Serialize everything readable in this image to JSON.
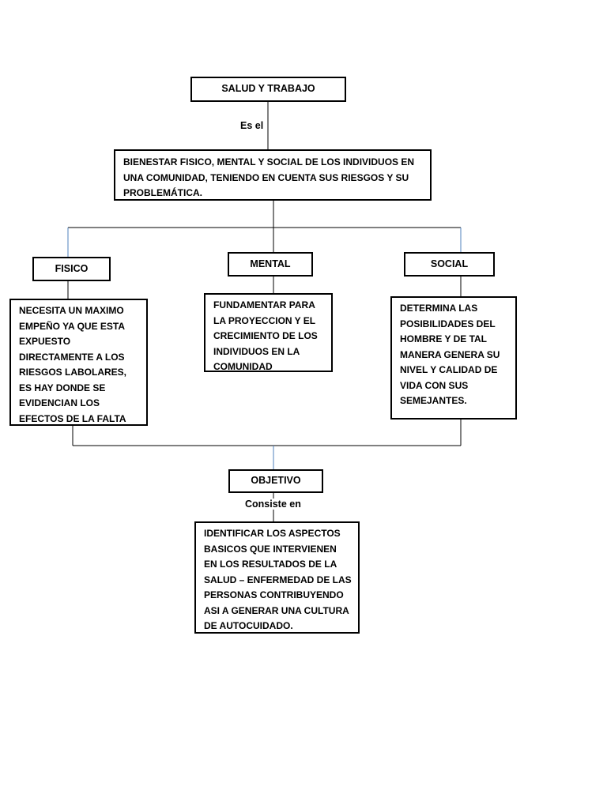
{
  "diagram": {
    "root": "SALUD Y TRABAJO",
    "link_root": "Es el",
    "definition": "BIENESTAR FISICO, MENTAL Y  SOCIAL DE LOS INDIVIDUOS EN UNA COMUNIDAD, TENIENDO EN CUENTA SUS RIESGOS Y SU PROBLEMÁTICA.",
    "branches": {
      "fisico": {
        "title": "FISICO",
        "text": "NECESITA UN MAXIMO EMPEÑO YA QUE ESTA EXPUESTO DIRECTAMENTE A LOS RIESGOS LABOLARES, ES HAY DONDE SE EVIDENCIAN LOS EFECTOS DE LA FALTA DE"
      },
      "mental": {
        "title": "MENTAL",
        "text": "FUNDAMENTAR PARA LA PROYECCION Y EL CRECIMIENTO DE LOS INDIVIDUOS EN LA COMUNIDAD"
      },
      "social": {
        "title": "SOCIAL",
        "text": "DETERMINA LAS POSIBILIDADES DEL HOMBRE Y DE TAL MANERA GENERA SU NIVEL Y CALIDAD DE VIDA  CON SUS SEMEJANTES."
      }
    },
    "objective": {
      "title": "OBJETIVO",
      "link": "Consiste en",
      "text": "IDENTIFICAR LOS ASPECTOS BASICOS QUE INTERVIENEN EN LOS RESULTADOS DE LA SALUD – ENFERMEDAD DE LAS PERSONAS CONTRIBUYENDO ASI A GENERAR UNA CULTURA DE AUTOCUIDADO."
    }
  },
  "colors": {
    "line_dark": "#000000",
    "line_blue": "#4f81bd"
  }
}
